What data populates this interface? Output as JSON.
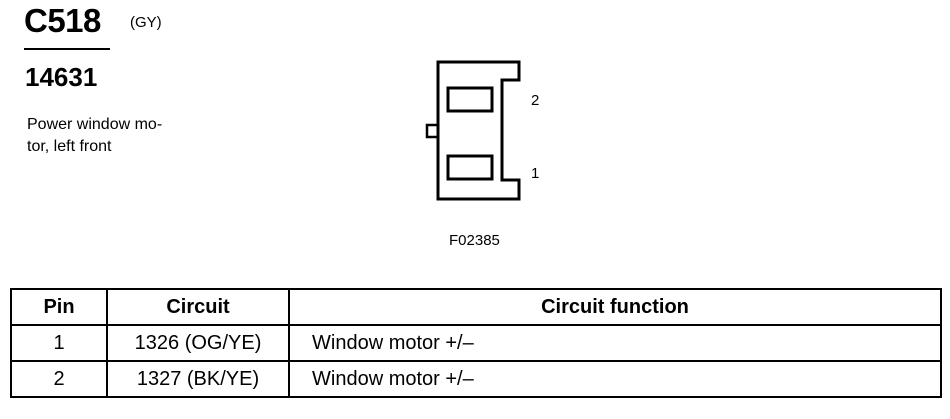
{
  "header": {
    "connector_id": "C518",
    "color_code": "(GY)",
    "part_number": "14631",
    "description_lines": [
      "Power window mo-",
      "tor, left front"
    ]
  },
  "diagram": {
    "pin_labels": [
      "2",
      "1"
    ],
    "figure_id": "F02385"
  },
  "table": {
    "headers": [
      "Pin",
      "Circuit",
      "Circuit function"
    ],
    "rows": [
      {
        "pin": "1",
        "circuit": "1326 (OG/YE)",
        "function": "Window motor +/–"
      },
      {
        "pin": "2",
        "circuit": "1327 (BK/YE)",
        "function": "Window motor +/–"
      }
    ]
  }
}
